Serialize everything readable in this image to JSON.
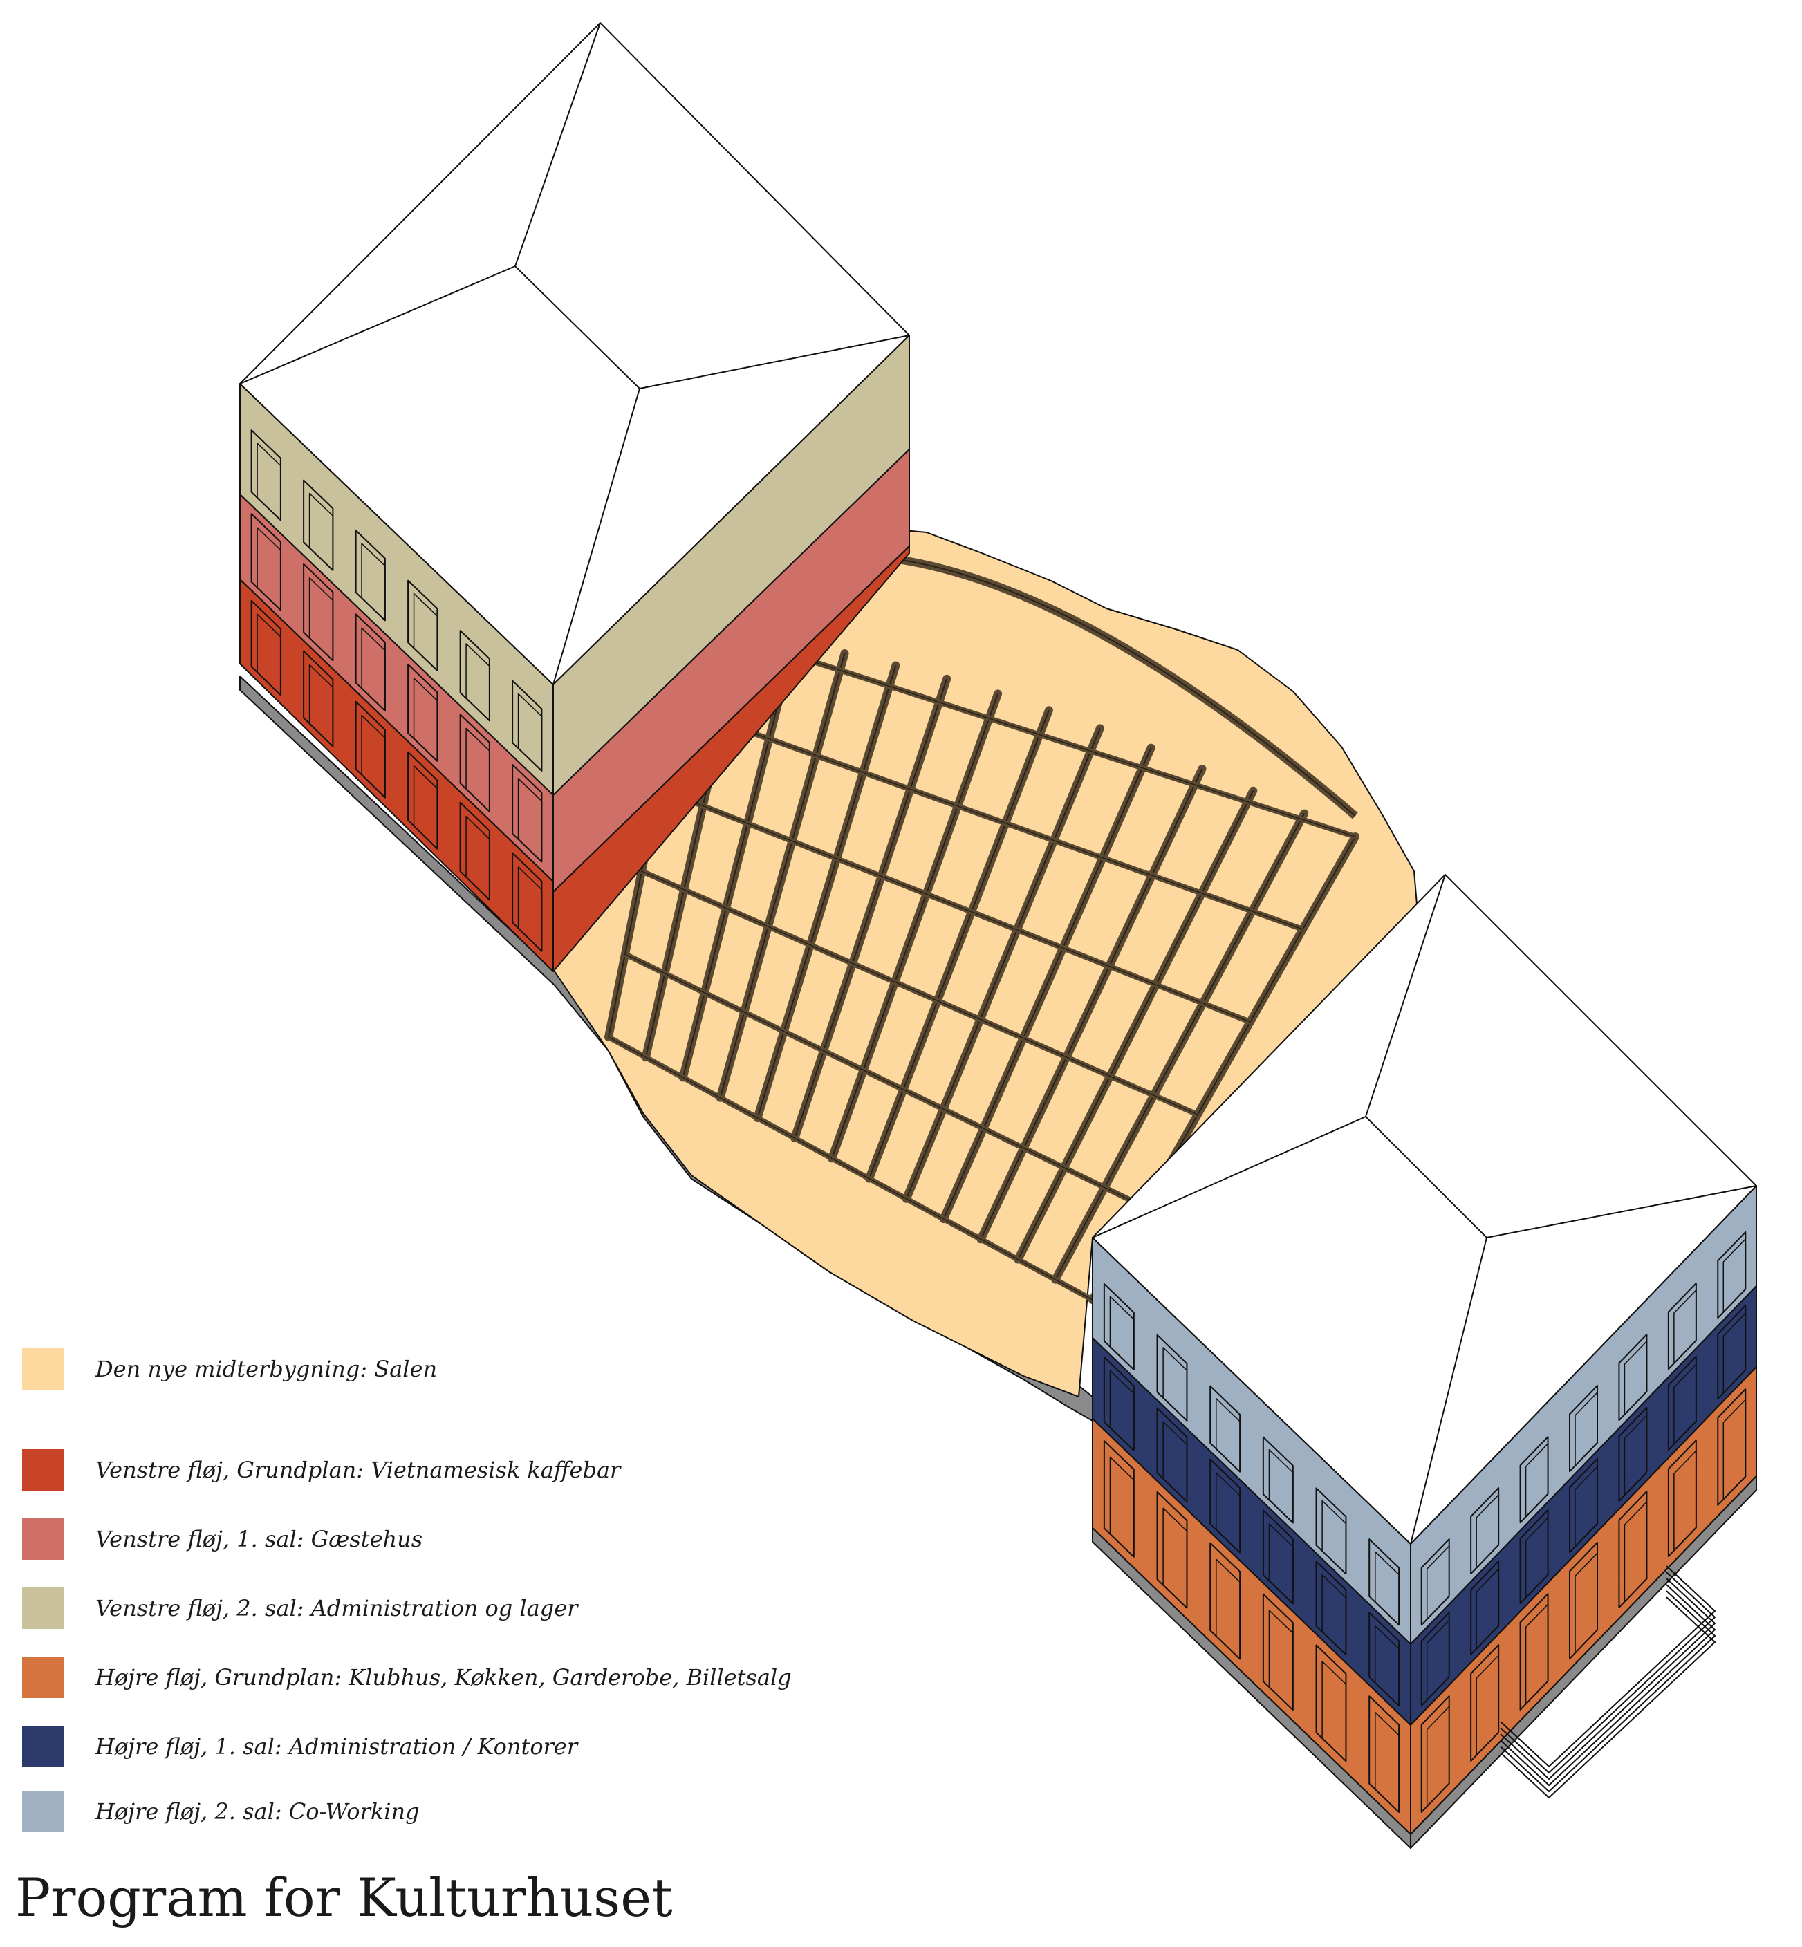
{
  "title": "Program for Kulturhuset",
  "legend": [
    {
      "label": "Den nye midterbygning: Salen",
      "color": "#fdd9a0"
    },
    {
      "label": "Venstre fløj, Grundplan: Vietnamesisk kaffebar",
      "color": "#c94427"
    },
    {
      "label": "Venstre fløj, 1. sal: Gæstehus",
      "color": "#ce7068"
    },
    {
      "label": "Venstre fløj, 2. sal: Administration og lager",
      "color": "#c8c19b"
    },
    {
      "label": "Højre fløj, Grundplan: Klubhus, Køkken, Garderobe, Billetsalg",
      "color": "#d6743f"
    },
    {
      "label": "Højre fløj, 1. sal: Administration / Kontorer",
      "color": "#2d3b6c"
    },
    {
      "label": "Højre fløj, 2. sal: Co-Working",
      "color": "#9fb0c3"
    }
  ],
  "colors": {
    "hall": "#fdd9a0",
    "frame": "#5a4a33",
    "base": "#8a8a8a",
    "roof": "#ffffff",
    "outline": "#111111"
  }
}
